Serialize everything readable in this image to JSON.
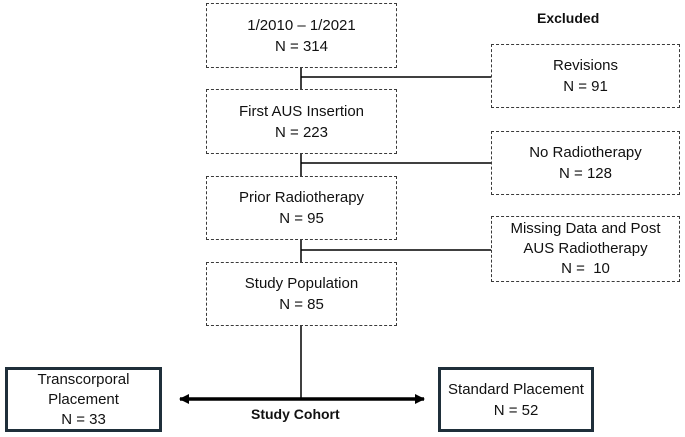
{
  "excluded_heading": "Excluded",
  "main_flow": [
    {
      "label": "1/2010 – 1/2021",
      "count": "N = 314"
    },
    {
      "label": "First AUS Insertion",
      "count": "N = 223"
    },
    {
      "label": "Prior Radiotherapy",
      "count": "N = 95"
    },
    {
      "label": "Study Population",
      "count": "N = 85"
    }
  ],
  "exclusions": [
    {
      "label": "Revisions",
      "count": "N = 91"
    },
    {
      "label": "No Radiotherapy",
      "count": "N = 128"
    },
    {
      "label": "Missing Data and Post AUS Radiotherapy",
      "count": "N =  10"
    }
  ],
  "cohort": {
    "label": "Study Cohort",
    "left": {
      "label": "Transcorporal Placement",
      "count": "N = 33"
    },
    "right": {
      "label": "Standard Placement",
      "count": "N = 52"
    }
  }
}
